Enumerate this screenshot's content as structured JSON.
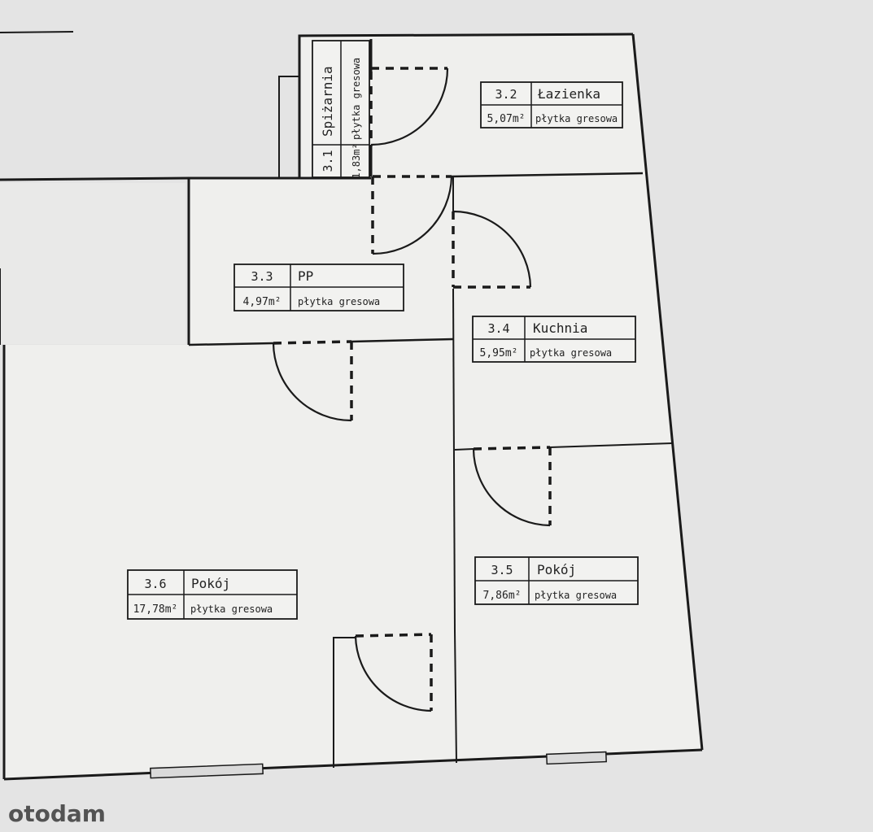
{
  "watermark": "otodam",
  "rooms": [
    {
      "number": "3.1",
      "name": "Spiżarnia",
      "area": "1,83m²",
      "finish": "płytka gresowa"
    },
    {
      "number": "3.2",
      "name": "Łazienka",
      "area": "5,07m²",
      "finish": "płytka gresowa"
    },
    {
      "number": "3.3",
      "name": "PP",
      "area": "4,97m²",
      "finish": "płytka gresowa"
    },
    {
      "number": "3.4",
      "name": "Kuchnia",
      "area": "5,95m²",
      "finish": "płytka gresowa"
    },
    {
      "number": "3.5",
      "name": "Pokój",
      "area": "7,86m²",
      "finish": "płytka gresowa"
    },
    {
      "number": "3.6",
      "name": "Pokój",
      "area": "17,78m²",
      "finish": "płytka gresowa"
    }
  ],
  "colors": {
    "background": "#e4e4e4",
    "paper": "#f0f0ee",
    "wall": "#1a1a1a",
    "window": "#d8d8d8"
  }
}
